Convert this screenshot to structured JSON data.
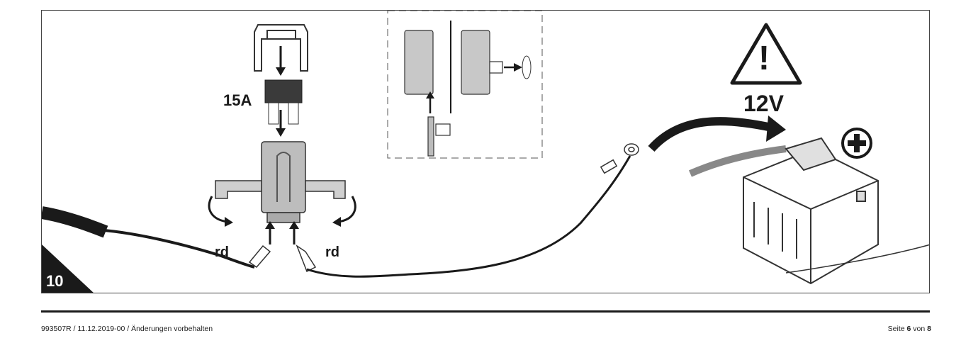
{
  "figure": {
    "step_number": "10",
    "fuse_label": "15A",
    "wire_color_left": "rd",
    "wire_color_right": "rd",
    "voltage_label": "12V",
    "warning_symbol": "!",
    "icons": [
      "warning-triangle-icon",
      "plus-circle-icon",
      "battery-icon",
      "fuse-holder-icon",
      "blade-fuse-icon",
      "ring-terminal-icon",
      "crimp-connector-icon"
    ]
  },
  "footer": {
    "doc_info": "993507R / 11.12.2019-00 / Änderungen vorbehalten",
    "page_prefix": "Seite",
    "page_current": "6",
    "page_mid": "von",
    "page_total": "8"
  }
}
